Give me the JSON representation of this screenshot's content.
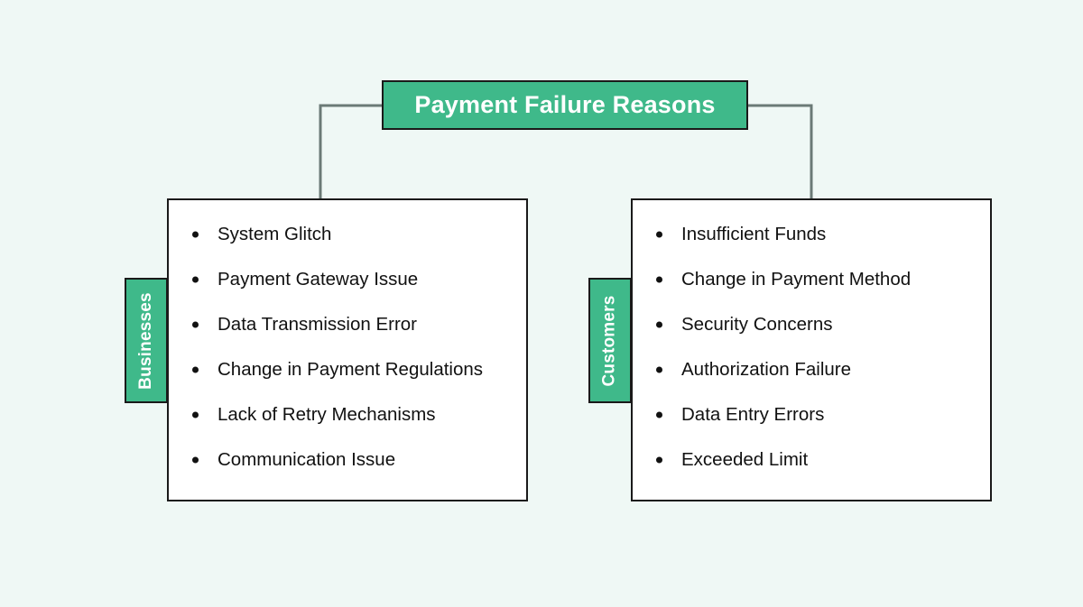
{
  "diagram": {
    "type": "hierarchy-tree",
    "background_color": "#eff8f5",
    "accent_color": "#3fb98a",
    "border_color": "#1a1a1a",
    "connector_color": "#6b7a76",
    "root": {
      "title": "Payment Failure Reasons"
    },
    "branches": [
      {
        "id": "businesses",
        "label": "Businesses",
        "items": [
          "System Glitch",
          "Payment Gateway Issue",
          "Data Transmission Error",
          "Change in Payment Regulations",
          "Lack of Retry Mechanisms",
          "Communication Issue"
        ]
      },
      {
        "id": "customers",
        "label": "Customers",
        "items": [
          "Insufficient Funds",
          "Change in Payment Method",
          "Security Concerns",
          "Authorization Failure",
          "Data Entry Errors",
          "Exceeded Limit"
        ]
      }
    ]
  }
}
